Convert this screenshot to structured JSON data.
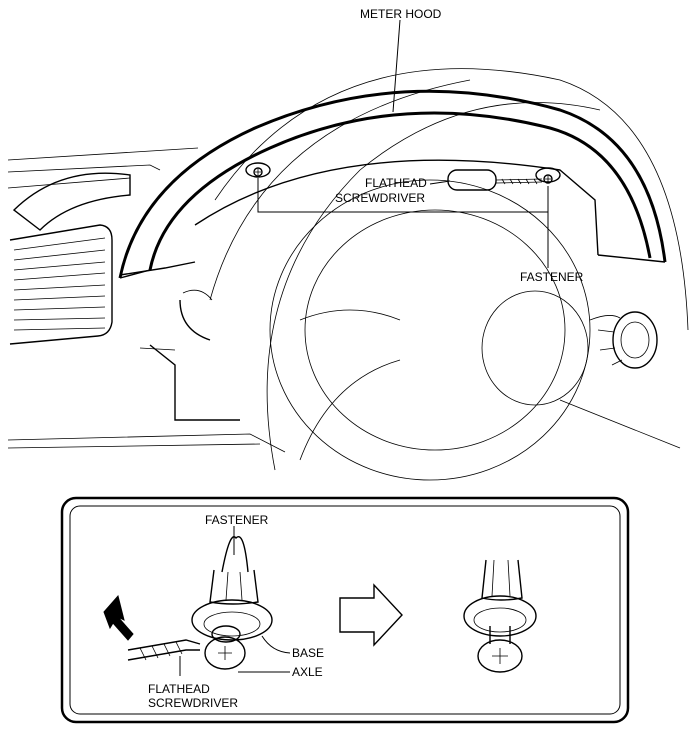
{
  "main_view": {
    "meter_hood_label": "METER HOOD",
    "screwdriver_label_line1": "FLATHEAD",
    "screwdriver_label_line2": "SCREWDRIVER",
    "fastener_label": "FASTENER"
  },
  "detail_view": {
    "fastener_label": "FASTENER",
    "base_label": "BASE",
    "axle_label": "AXLE",
    "screwdriver_label_line1": "FLATHEAD",
    "screwdriver_label_line2": "SCREWDRIVER"
  }
}
